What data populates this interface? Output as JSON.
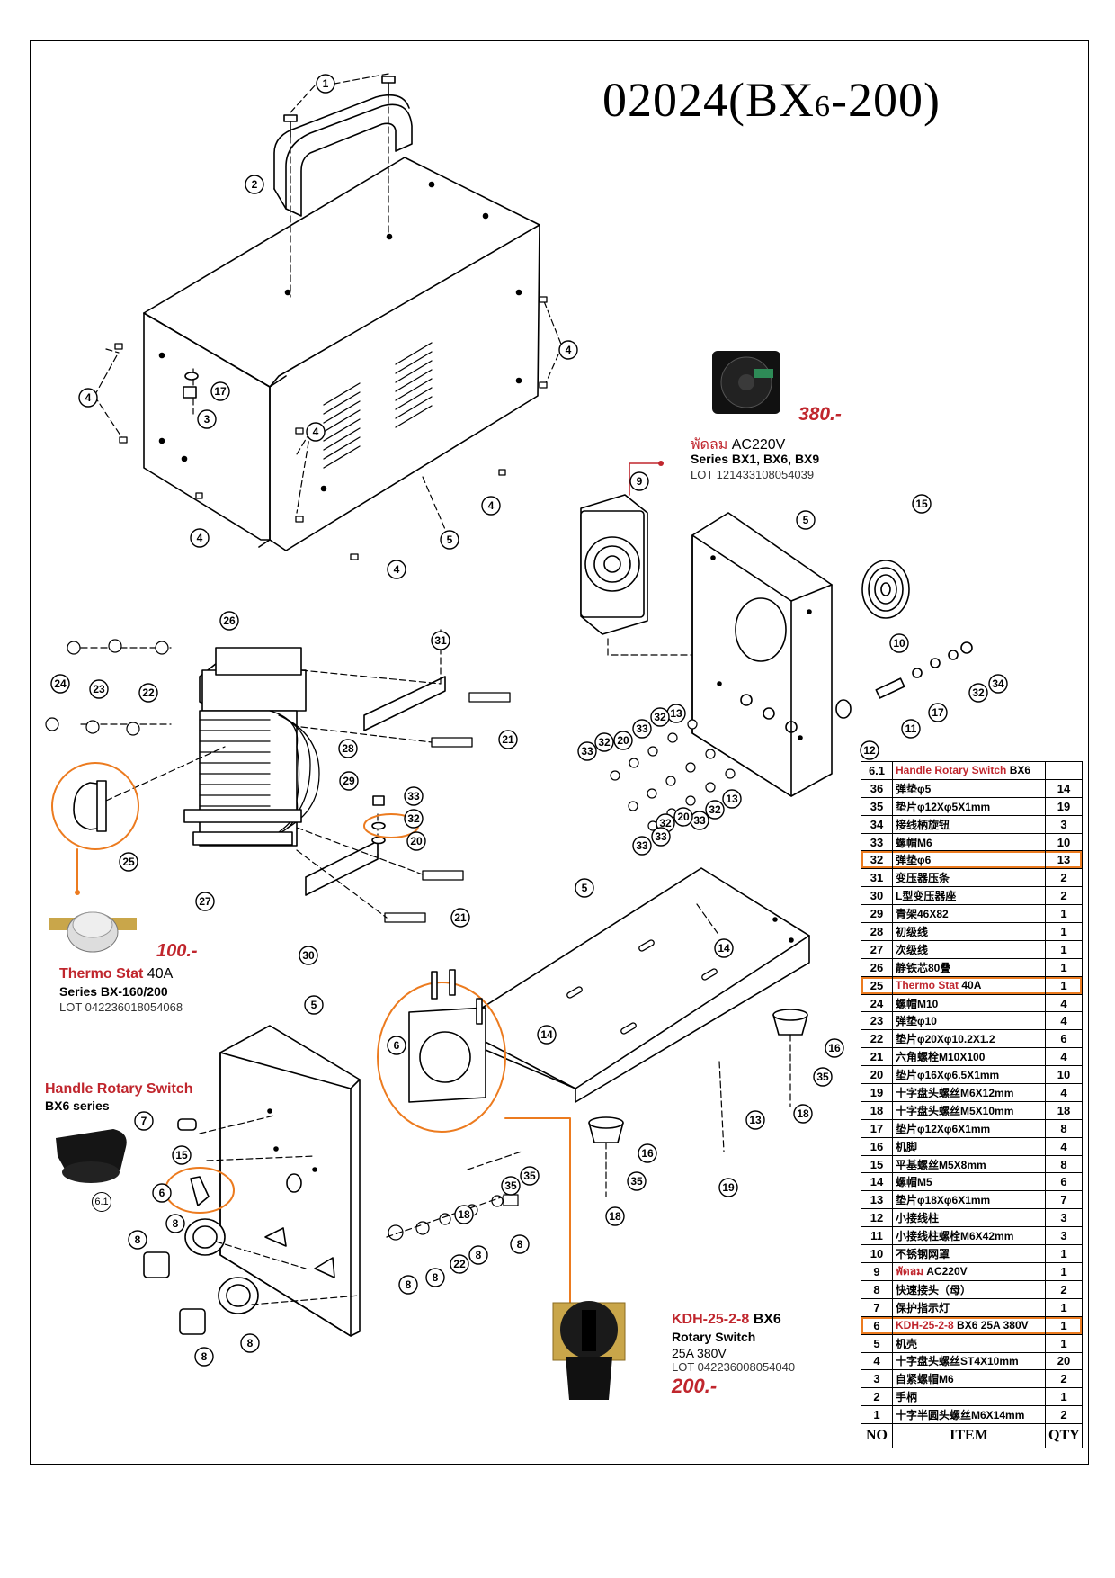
{
  "title": {
    "model": "02024(BX",
    "sub": "6",
    "suffix": "-200)"
  },
  "callouts": [
    "1",
    "2",
    "3",
    "4",
    "5",
    "6",
    "7",
    "8",
    "9",
    "10",
    "11",
    "12",
    "13",
    "14",
    "15",
    "16",
    "17",
    "18",
    "19",
    "20",
    "21",
    "22",
    "23",
    "24",
    "25",
    "26",
    "27",
    "28",
    "29",
    "30",
    "31",
    "32",
    "33",
    "34",
    "35"
  ],
  "fan_annotation": {
    "price": "380.-",
    "name_thai": "พัดลม",
    "name": "AC220V",
    "series": "Series BX1, BX6, BX9",
    "lot": "LOT 121433108054039"
  },
  "thermo_annotation": {
    "price": "100.-",
    "name": "Thermo Stat",
    "rating": "40A",
    "series": "Series BX-160/200",
    "lot": "LOT 042236018054068"
  },
  "handle_annotation": {
    "name": "Handle Rotary Switch",
    "series": "BX6 series",
    "ref": "6.1"
  },
  "switch_annotation": {
    "model": "KDH-25-2-8",
    "series": "BX6",
    "name": "Rotary Switch",
    "rating": "25A 380V",
    "lot": "LOT 042236008054040",
    "price": "200.-"
  },
  "parts_table": {
    "headers": {
      "no": "NO",
      "item": "ITEM",
      "qty": "QTY"
    },
    "rows": [
      {
        "no": "6.1",
        "item_red": "Handle Rotary Switch",
        "item": " BX6",
        "qty": ""
      },
      {
        "no": "36",
        "item": "弹垫φ5",
        "qty": "14"
      },
      {
        "no": "35",
        "item": "垫片φ12Xφ5X1mm",
        "qty": "19"
      },
      {
        "no": "34",
        "item": "接线柄旋钮",
        "qty": "3"
      },
      {
        "no": "33",
        "item": "螺帽M6",
        "qty": "10"
      },
      {
        "no": "32",
        "item": "弹垫φ6",
        "qty": "13",
        "highlight": true
      },
      {
        "no": "31",
        "item": "变压器压条",
        "qty": "2"
      },
      {
        "no": "30",
        "item": "L型变压器座",
        "qty": "2"
      },
      {
        "no": "29",
        "item": "青架46X82",
        "qty": "1"
      },
      {
        "no": "28",
        "item": "初级线",
        "qty": "1"
      },
      {
        "no": "27",
        "item": "次级线",
        "qty": "1"
      },
      {
        "no": "26",
        "item": "静铁芯80叠",
        "qty": "1"
      },
      {
        "no": "25",
        "item_red": "Thermo Stat",
        "item": " 40A",
        "qty": "1",
        "highlight": true
      },
      {
        "no": "24",
        "item": "螺帽M10",
        "qty": "4"
      },
      {
        "no": "23",
        "item": "弹垫φ10",
        "qty": "4"
      },
      {
        "no": "22",
        "item": "垫片φ20Xφ10.2X1.2",
        "qty": "6"
      },
      {
        "no": "21",
        "item": "六角螺栓M10X100",
        "qty": "4"
      },
      {
        "no": "20",
        "item": "垫片φ16Xφ6.5X1mm",
        "qty": "10"
      },
      {
        "no": "19",
        "item": "十字盘头螺丝M6X12mm",
        "qty": "4"
      },
      {
        "no": "18",
        "item": "十字盘头螺丝M5X10mm",
        "qty": "18"
      },
      {
        "no": "17",
        "item": "垫片φ12Xφ6X1mm",
        "qty": "8"
      },
      {
        "no": "16",
        "item": "机脚",
        "qty": "4"
      },
      {
        "no": "15",
        "item": "平基螺丝M5X8mm",
        "qty": "8"
      },
      {
        "no": "14",
        "item": "螺帽M5",
        "qty": "6"
      },
      {
        "no": "13",
        "item": "垫片φ18Xφ6X1mm",
        "qty": "7"
      },
      {
        "no": "12",
        "item": "小接线柱",
        "qty": "3"
      },
      {
        "no": "11",
        "item": "小接线柱螺栓M6X42mm",
        "qty": "3"
      },
      {
        "no": "10",
        "item": "不锈钢网罩",
        "qty": "1"
      },
      {
        "no": "9",
        "item_red": "พัดลม",
        "item": " AC220V",
        "qty": "1"
      },
      {
        "no": "8",
        "item": "快速接头（母）",
        "qty": "2"
      },
      {
        "no": "7",
        "item": "保护指示灯",
        "qty": "1"
      },
      {
        "no": "6",
        "item_red": "KDH-25-2-8",
        "item": " BX6 25A 380V",
        "qty": "1",
        "highlight": true
      },
      {
        "no": "5",
        "item": "机壳",
        "qty": "1"
      },
      {
        "no": "4",
        "item": "十字盘头螺丝ST4X10mm",
        "qty": "20"
      },
      {
        "no": "3",
        "item": "自紧螺帽M6",
        "qty": "2"
      },
      {
        "no": "2",
        "item": "手柄",
        "qty": "1"
      },
      {
        "no": "1",
        "item": "十字半圆头螺丝M6X14mm",
        "qty": "2"
      }
    ]
  }
}
